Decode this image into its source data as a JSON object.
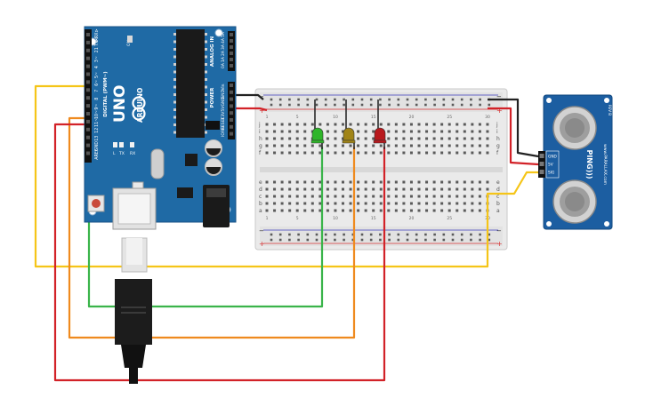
{
  "arduino": {
    "brand": "ARDUINO",
    "model": "UNO",
    "digital_header": "DIGITAL (PWM~)",
    "power_header": "POWER",
    "analog_header": "ANALOG IN",
    "on_label": "ON",
    "icsp_label": "ICSP",
    "digital_pins": [
      "0 RX⊳",
      "1 TX⊲",
      "2",
      "3~",
      "4",
      "5~",
      "6~",
      "7",
      "8",
      "9~",
      "10~",
      "11~",
      "12",
      "13",
      "GND",
      "AREF"
    ],
    "power_pins": [
      "Vin",
      "GND",
      "GND",
      "5V",
      "3.3V",
      "RESET",
      "IOREF"
    ],
    "analog_pins": [
      "5A",
      "4A",
      "3A",
      "2A",
      "1A",
      "0A"
    ],
    "tx_label": "TX",
    "rx_label": "RX",
    "l_label": "L"
  },
  "breadboard": {
    "row_letters_top": [
      "j",
      "i",
      "h",
      "g",
      "f"
    ],
    "row_letters_bottom": [
      "e",
      "d",
      "c",
      "b",
      "a"
    ],
    "column_numbers": [
      "1",
      "5",
      "10",
      "15",
      "20",
      "25",
      "30"
    ]
  },
  "sensor": {
    "name": "PING)))",
    "vendor": "www.PARALLAX.com",
    "pins": [
      "GND",
      "5V",
      "SIG"
    ],
    "rev": "REV B"
  },
  "leds": [
    {
      "color": "#2fb52a",
      "label": "green-led"
    },
    {
      "color": "#a08418",
      "label": "yellow-led"
    },
    {
      "color": "#b8191d",
      "label": "red-led"
    }
  ],
  "wire_colors": {
    "green": "#3ab44a",
    "orange": "#ef8a1e",
    "red": "#d22228",
    "yellow": "#f5c518",
    "black": "#222222"
  }
}
